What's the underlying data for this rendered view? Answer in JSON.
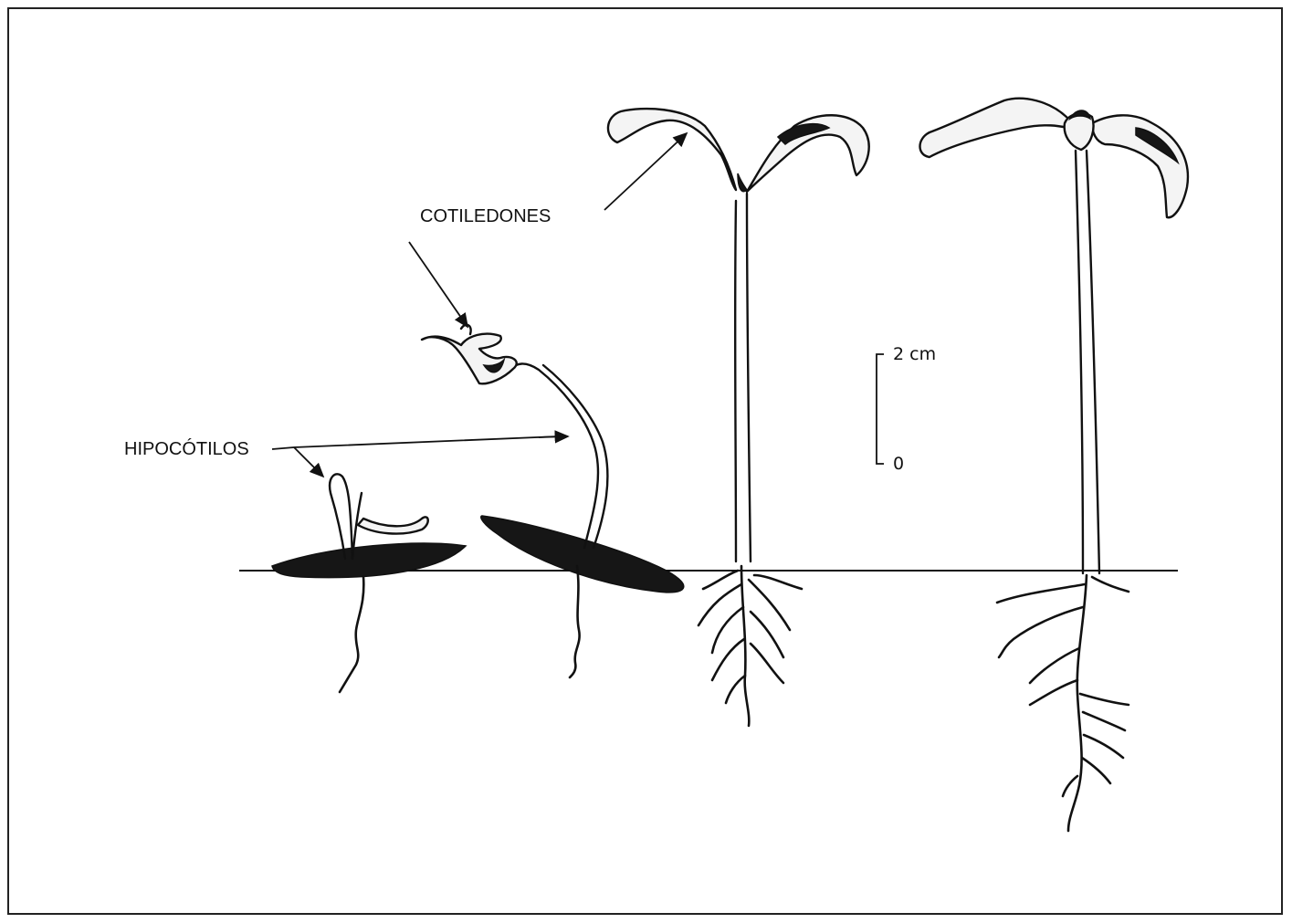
{
  "labels": {
    "cotyledons": "COTILEDONES",
    "hypocotyls": "HIPOCÓTILOS"
  },
  "scale_bar": {
    "top_label": "2 cm",
    "bottom_label": "0"
  }
}
